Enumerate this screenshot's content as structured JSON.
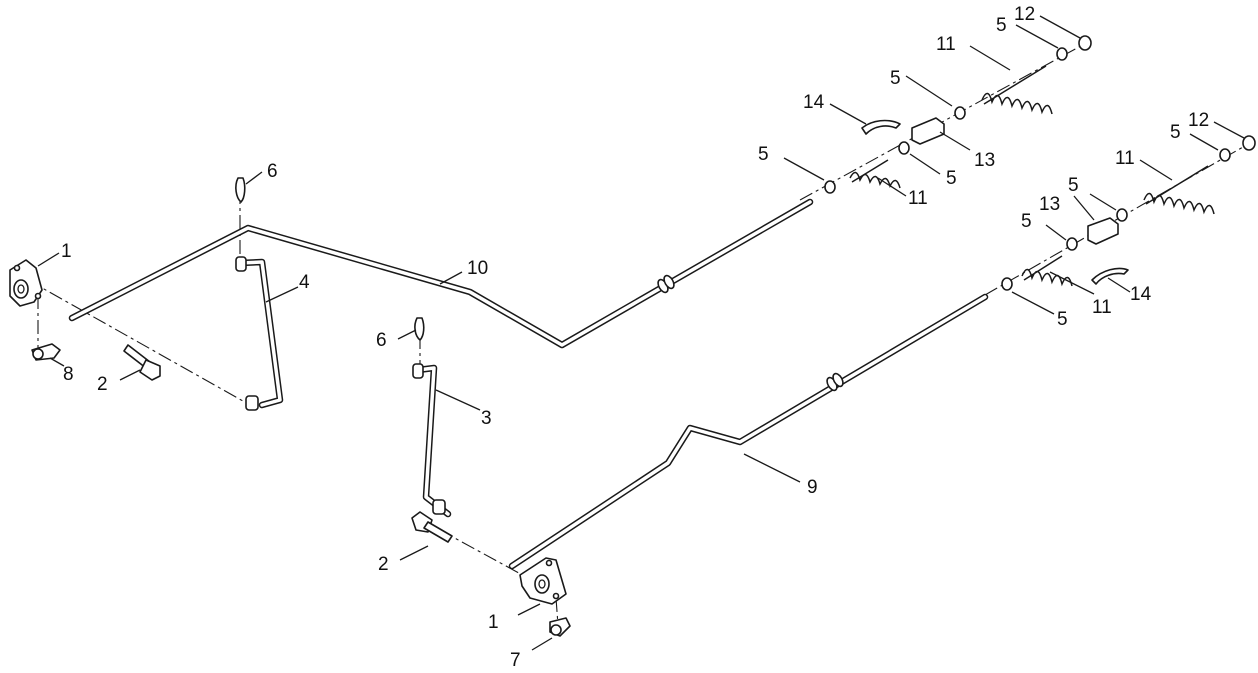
{
  "callouts": {
    "c1a": "1",
    "c1b": "1",
    "c2a": "2",
    "c2b": "2",
    "c3": "3",
    "c4": "4",
    "c5a": "5",
    "c5b": "5",
    "c5c": "5",
    "c5d": "5",
    "c5e": "5",
    "c5f": "5",
    "c5g": "5",
    "c5h": "5",
    "c6a": "6",
    "c6b": "6",
    "c7": "7",
    "c8": "8",
    "c9": "9",
    "c10": "10",
    "c11a": "11",
    "c11b": "11",
    "c11c": "11",
    "c11d": "11",
    "c12a": "12",
    "c12b": "12",
    "c13a": "13",
    "c13b": "13",
    "c14a": "14",
    "c14b": "14"
  }
}
